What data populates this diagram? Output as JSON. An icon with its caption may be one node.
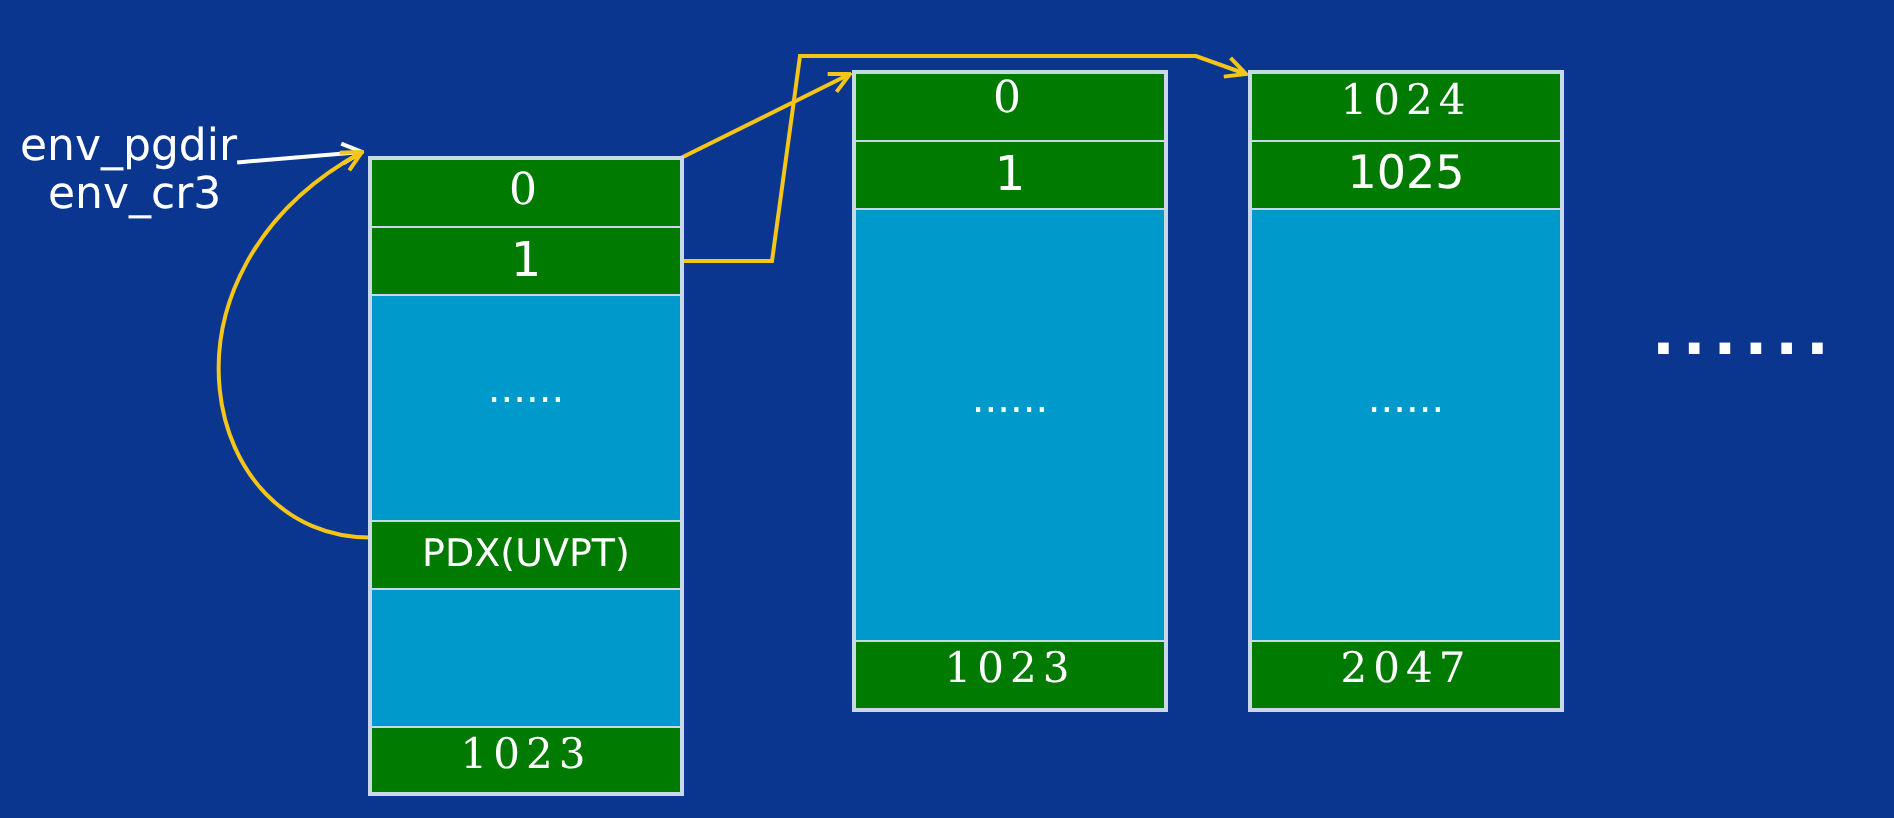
{
  "diagram": {
    "nodes": [
      {
        "text": [
          "env_pgdir",
          "env_cr3"
        ]
      },
      {
        "text": [],
        "shape": "box"
      },
      {
        "text": [
          "0"
        ],
        "in": 1
      },
      {
        "text": [
          "1"
        ],
        "in": 1
      },
      {
        "text": [
          "......"
        ],
        "in": 1
      },
      {
        "text": [
          "PDX(UVPT)"
        ],
        "in": 1
      },
      {
        "text": [],
        "shape": "box",
        "in": 1
      },
      {
        "text": [
          "1023"
        ],
        "in": 1
      },
      {
        "text": [],
        "shape": "box"
      },
      {
        "text": [
          "0"
        ],
        "in": 8
      },
      {
        "text": [
          "1"
        ],
        "in": 8
      },
      {
        "text": [
          "......"
        ],
        "in": 8
      },
      {
        "text": [
          "1023"
        ],
        "in": 8
      },
      {
        "text": [],
        "shape": "box"
      },
      {
        "text": [
          "1024"
        ],
        "in": 13
      },
      {
        "text": [
          "1025"
        ],
        "in": 13
      },
      {
        "text": [
          "......"
        ],
        "in": 13
      },
      {
        "text": [
          "2047"
        ],
        "in": 13
      }
    ],
    "edges": [
      {
        "from": 0,
        "to": 1,
        "arrow": "to",
        "color": "#ffffff"
      },
      {
        "from": 2,
        "to": 8,
        "arrow": "to"
      },
      {
        "from": 3,
        "to": 13,
        "arrow": "to"
      },
      {
        "from": 5,
        "to": 1,
        "arrow": "to"
      }
    ],
    "labels": [
      "......"
    ]
  }
}
